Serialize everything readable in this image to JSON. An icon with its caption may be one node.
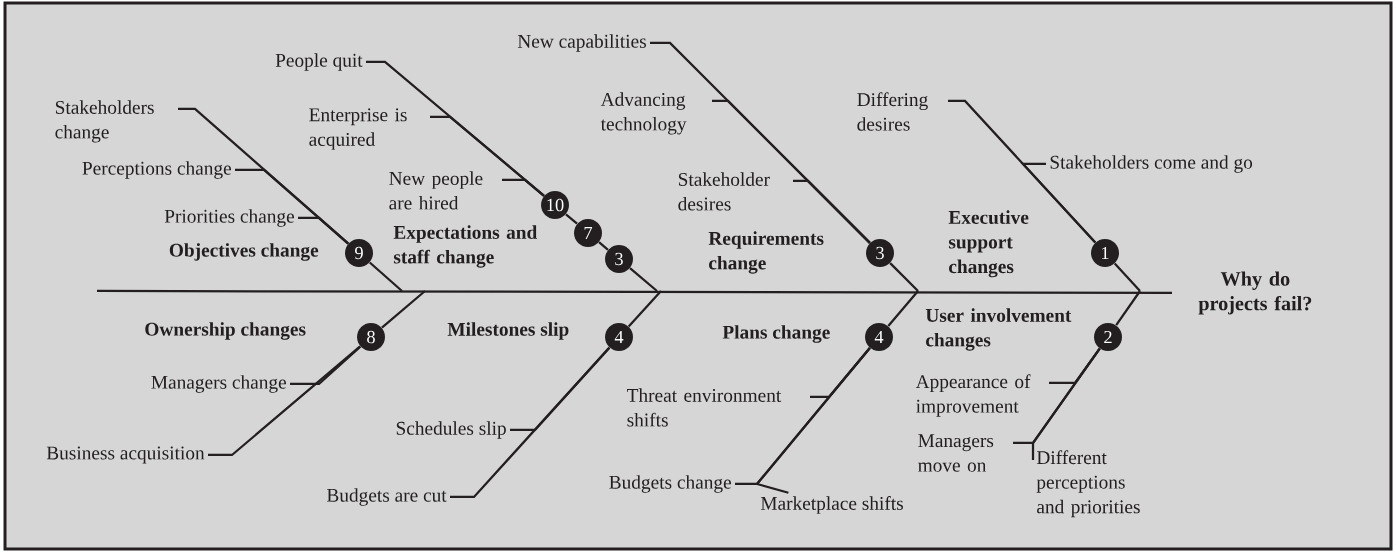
{
  "diagram": {
    "nodes": [
      {
        "text": [
          "Stakeholders change"
        ]
      },
      {
        "text": [
          "Perceptions change"
        ]
      },
      {
        "text": [
          "Priorities change"
        ]
      },
      {
        "text": [
          "9"
        ]
      },
      {
        "text": [
          "People quit"
        ]
      },
      {
        "text": [
          "Enterprise is acquired"
        ]
      },
      {
        "text": [
          "New people are hired"
        ]
      },
      {
        "text": [
          "10"
        ]
      },
      {
        "text": [
          "7"
        ]
      },
      {
        "text": [
          "3"
        ]
      },
      {
        "text": [
          "New capabilities"
        ]
      },
      {
        "text": [
          "Advancing technology"
        ]
      },
      {
        "text": [
          "Stakeholder desires"
        ]
      },
      {
        "text": [
          "3"
        ]
      },
      {
        "text": [
          "Differing desires"
        ]
      },
      {
        "text": [
          "Stakeholders come and go"
        ]
      },
      {
        "text": [
          "1"
        ]
      },
      {
        "text": [
          "Why do projects fail?"
        ]
      },
      {
        "text": [
          "8"
        ]
      },
      {
        "text": [
          "Managers change"
        ]
      },
      {
        "text": [
          "Business acquisition"
        ]
      },
      {
        "text": [
          "4"
        ]
      },
      {
        "text": [
          "Schedules slip"
        ]
      },
      {
        "text": [
          "Budgets are cut"
        ]
      },
      {
        "text": [
          "4"
        ]
      },
      {
        "text": [
          "Threat environment shifts"
        ]
      },
      {
        "text": [
          "Budgets change"
        ]
      },
      {
        "text": [
          "Marketplace shifts"
        ]
      },
      {
        "text": [
          "2"
        ]
      },
      {
        "text": [
          "Appearance of improvement"
        ]
      },
      {
        "text": [
          "Managers move on"
        ]
      },
      {
        "text": [
          "Different perceptions and priorities"
        ]
      }
    ],
    "edges": [
      {
        "from": null,
        "to": 17,
        "arrow": "none"
      },
      {
        "from": 0,
        "to": 3,
        "arrow": "none"
      },
      {
        "from": 1,
        "to": 3,
        "arrow": "none"
      },
      {
        "from": 2,
        "to": 3,
        "arrow": "none"
      },
      {
        "from": 3,
        "to": null,
        "arrow": "none"
      },
      {
        "from": 4,
        "to": 7,
        "arrow": "none"
      },
      {
        "from": 5,
        "to": 7,
        "arrow": "none"
      },
      {
        "from": 6,
        "to": 7,
        "arrow": "none"
      },
      {
        "from": 7,
        "to": 8,
        "arrow": "none"
      },
      {
        "from": 8,
        "to": 9,
        "arrow": "none"
      },
      {
        "from": 9,
        "to": null,
        "arrow": "none"
      },
      {
        "from": 10,
        "to": 13,
        "arrow": "none"
      },
      {
        "from": 11,
        "to": 13,
        "arrow": "none"
      },
      {
        "from": 12,
        "to": 13,
        "arrow": "none"
      },
      {
        "from": 13,
        "to": null,
        "arrow": "none"
      },
      {
        "from": 14,
        "to": 16,
        "arrow": "none"
      },
      {
        "from": 15,
        "to": 16,
        "arrow": "none"
      },
      {
        "from": 16,
        "to": null,
        "arrow": "none"
      },
      {
        "from": 18,
        "to": null,
        "arrow": "none"
      },
      {
        "from": 19,
        "to": 18,
        "arrow": "none"
      },
      {
        "from": 20,
        "to": 18,
        "arrow": "none"
      },
      {
        "from": 21,
        "to": null,
        "arrow": "none"
      },
      {
        "from": 22,
        "to": 21,
        "arrow": "none"
      },
      {
        "from": 23,
        "to": 21,
        "arrow": "none"
      },
      {
        "from": 24,
        "to": null,
        "arrow": "none"
      },
      {
        "from": 25,
        "to": 24,
        "arrow": "none"
      },
      {
        "from": 26,
        "to": 24,
        "arrow": "none"
      },
      {
        "from": 27,
        "to": 24,
        "arrow": "none"
      },
      {
        "from": 28,
        "to": null,
        "arrow": "none"
      },
      {
        "from": 29,
        "to": 28,
        "arrow": "none"
      },
      {
        "from": 30,
        "to": 28,
        "arrow": "none"
      },
      {
        "from": 31,
        "to": 28,
        "arrow": "none"
      }
    ],
    "labels": [
      "Objectives change",
      "Expectations and staff change",
      "Requirements change",
      "Executive support changes",
      "Ownership changes",
      "Milestones slip",
      "Plans change",
      "User involvement changes"
    ]
  }
}
